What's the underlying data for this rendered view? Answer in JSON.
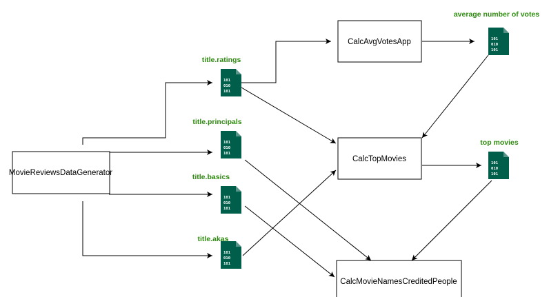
{
  "colors": {
    "topic_fill": "#005f4b",
    "topic_label": "#2e8b0f",
    "stroke": "#000000"
  },
  "icons": {
    "topic": "binary-file-icon",
    "arrowhead": "arrowhead-icon"
  },
  "processes": {
    "generator": "MovieReviewsDataGenerator",
    "avg_votes": "CalcAvgVotesApp",
    "top_movies": "CalcTopMovies",
    "credited_people": "CalcMovieNamesCreditedPeople"
  },
  "topics": {
    "ratings": {
      "label": "title.ratings",
      "lines": [
        "101",
        "010",
        "101"
      ]
    },
    "principals": {
      "label": "title.principals",
      "lines": [
        "101",
        "010",
        "101"
      ]
    },
    "basics": {
      "label": "title.basics",
      "lines": [
        "101",
        "010",
        "101"
      ]
    },
    "akas": {
      "label": "title.akas",
      "lines": [
        "101",
        "010",
        "101"
      ]
    },
    "avg_votes_out": {
      "label": "average number of votes",
      "lines": [
        "101",
        "010",
        "101"
      ]
    },
    "top_movies_out": {
      "label": "top movies",
      "lines": [
        "101",
        "010",
        "101"
      ]
    }
  }
}
